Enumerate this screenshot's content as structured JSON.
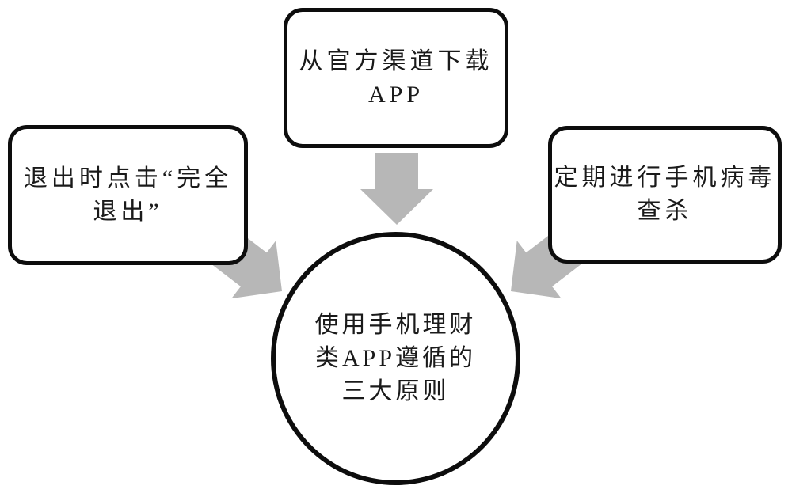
{
  "diagram": {
    "colors": {
      "background": "#ffffff",
      "border": "#0d0d0d",
      "text": "#1a1a1a",
      "arrow": "#b7b7b7"
    },
    "nodes": {
      "top_box": {
        "label": "从官方渠道下载\nAPP"
      },
      "left_box": {
        "label": "退出时点击“完全\n退出”"
      },
      "right_box": {
        "label": "定期进行手机病毒\n查杀"
      },
      "center_circle": {
        "label": "使用手机理财\n类APP遵循的\n三大原则"
      }
    },
    "arrows": [
      {
        "name": "arrow-top-to-center",
        "direction": "down"
      },
      {
        "name": "arrow-left-to-center",
        "direction": "down-right"
      },
      {
        "name": "arrow-right-to-center",
        "direction": "down-left"
      }
    ]
  }
}
